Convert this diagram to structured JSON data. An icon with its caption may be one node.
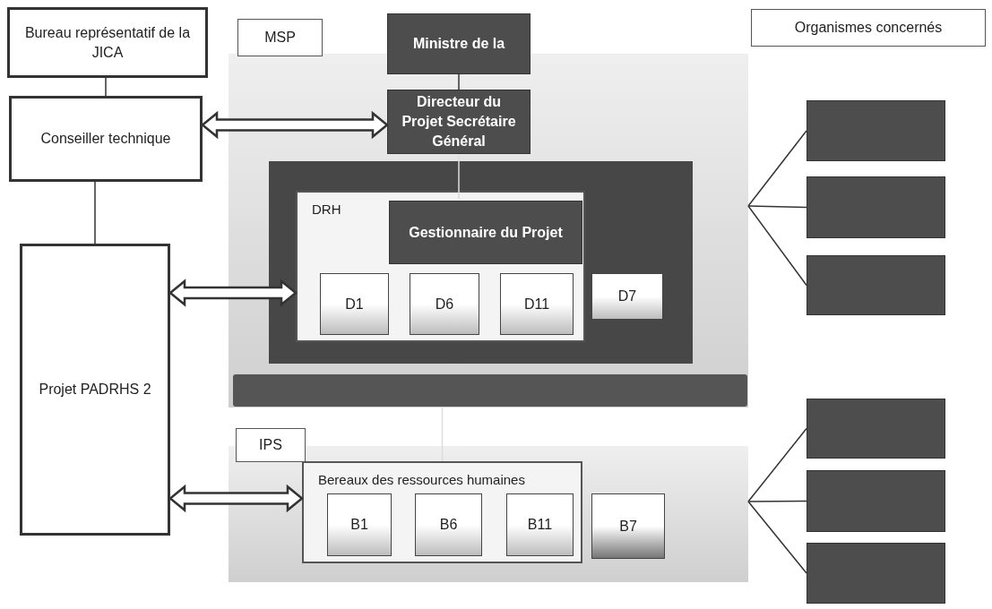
{
  "diagram": {
    "nodes": [
      {
        "text": [
          "Bureau représentatif de la JICA"
        ]
      },
      {
        "text": [
          "MSP"
        ]
      },
      {
        "text": [
          "Ministre de la"
        ]
      },
      {
        "text": [
          "Organismes concernés"
        ]
      },
      {
        "text": [
          "Conseiller technique"
        ]
      },
      {
        "text": [],
        "shape": "box"
      },
      {
        "text": [
          "Directeur du Projet Secrétaire Général"
        ],
        "in": 5
      },
      {
        "text": [],
        "shape": "box",
        "in": 5
      },
      {
        "text": [
          "DRH"
        ],
        "in": 7
      },
      {
        "text": [
          "Gestionnaire du Projet"
        ],
        "in": 8
      },
      {
        "text": [
          "D1"
        ],
        "in": 8
      },
      {
        "text": [
          "D6"
        ],
        "in": 8
      },
      {
        "text": [
          "D11"
        ],
        "in": 8
      },
      {
        "text": [
          "D7"
        ],
        "in": 7
      },
      {
        "text": [],
        "shape": "bar",
        "in": 5
      },
      {
        "text": [
          "Projet PADRHS 2"
        ]
      },
      {
        "text": [
          "IPS"
        ]
      },
      {
        "text": [],
        "shape": "box"
      },
      {
        "text": [
          "Bereaux des ressources humaines"
        ],
        "in": 17
      },
      {
        "text": [
          "B1"
        ],
        "in": 18
      },
      {
        "text": [
          "B6"
        ],
        "in": 18
      },
      {
        "text": [
          "B11"
        ],
        "in": 18
      },
      {
        "text": [
          "B7"
        ],
        "in": 17
      },
      {
        "text": [],
        "shape": "box"
      },
      {
        "text": [],
        "shape": "box"
      },
      {
        "text": [],
        "shape": "box"
      },
      {
        "text": [],
        "shape": "box"
      },
      {
        "text": [],
        "shape": "box"
      },
      {
        "text": [],
        "shape": "box"
      }
    ],
    "edges": [
      {
        "from": 0,
        "to": 4,
        "arrow": "none"
      },
      {
        "from": 2,
        "to": 6,
        "arrow": "none"
      },
      {
        "from": 6,
        "to": 9,
        "arrow": "none",
        "color": "#dddddd"
      },
      {
        "from": 4,
        "to": 6,
        "arrow": "both",
        "style": "thick"
      },
      {
        "from": 4,
        "to": 15,
        "arrow": "none"
      },
      {
        "from": 15,
        "to": 8,
        "arrow": "both",
        "style": "thick"
      },
      {
        "from": 14,
        "to": 18,
        "arrow": "none",
        "color": "#dddddd"
      },
      {
        "from": 15,
        "to": 18,
        "arrow": "both",
        "style": "thick"
      },
      {
        "from": 5,
        "to": 23,
        "arrow": "none"
      },
      {
        "from": 5,
        "to": 24,
        "arrow": "none"
      },
      {
        "from": 5,
        "to": 25,
        "arrow": "none"
      },
      {
        "from": 17,
        "to": 26,
        "arrow": "none"
      },
      {
        "from": 17,
        "to": 27,
        "arrow": "none"
      },
      {
        "from": 17,
        "to": 28,
        "arrow": "none"
      }
    ]
  }
}
